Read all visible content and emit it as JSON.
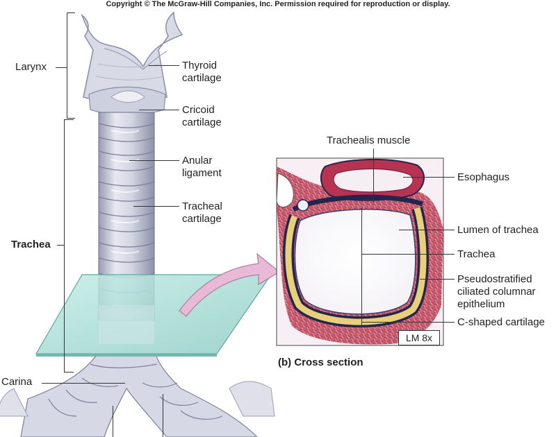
{
  "copyright": "Copyright © The McGraw-Hill Companies, Inc. Permission required for reproduction or display.",
  "left_labels": {
    "larynx": "Larynx",
    "trachea": "Trachea",
    "carina": "Carina"
  },
  "anatomy_labels": {
    "thyroid_cartilage": [
      "Thyroid",
      "cartilage"
    ],
    "cricoid_cartilage": [
      "Cricoid",
      "cartilage"
    ],
    "anular_ligament": [
      "Anular",
      "ligament"
    ],
    "tracheal_cartilage": [
      "Tracheal",
      "cartilage"
    ]
  },
  "cross_section": {
    "caption": "(b) Cross section",
    "magnification": "LM 8x",
    "labels": {
      "trachealis_muscle": "Trachealis muscle",
      "esophagus": "Esophagus",
      "lumen": "Lumen of trachea",
      "trachea": "Trachea",
      "epithelium": [
        "Pseudostratified",
        "ciliated columnar",
        "epithelium"
      ],
      "c_cartilage": "C-shaped cartilage"
    }
  },
  "colors": {
    "cartilage_fill": "#d9dbe6",
    "cartilage_shade": "#a9abc0",
    "plane": "#9fd6cf",
    "arrow": "#e7b6d6",
    "tissue_red": "#b0283f",
    "tissue_dark": "#23254d",
    "cartilage_yellow": "#e8cf7a"
  }
}
